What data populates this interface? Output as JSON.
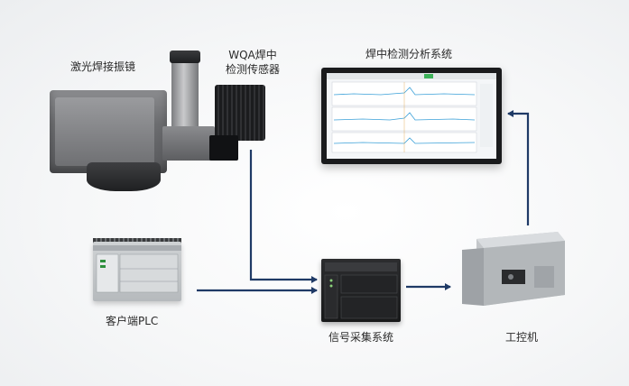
{
  "nodes": {
    "scanner_label": "激光焊接振镜",
    "sensor_label_line1": "WQA焊中",
    "sensor_label_line2": "检测传感器",
    "monitor_label": "焊中检测分析系统",
    "plc_label": "客户端PLC",
    "daq_label": "信号采集系统",
    "ipc_label": "工控机"
  },
  "colors": {
    "connector": "#1f3a66",
    "chart_trace": "#3aa0d8",
    "plc_accent": "#2d8f3c",
    "screen_button": "#3cb15a"
  },
  "connections": [
    {
      "from": "WQA焊中检测传感器",
      "to": "信号采集系统"
    },
    {
      "from": "客户端PLC",
      "to": "信号采集系统"
    },
    {
      "from": "信号采集系统",
      "to": "工控机"
    },
    {
      "from": "工控机",
      "to": "焊中检测分析系统"
    }
  ]
}
